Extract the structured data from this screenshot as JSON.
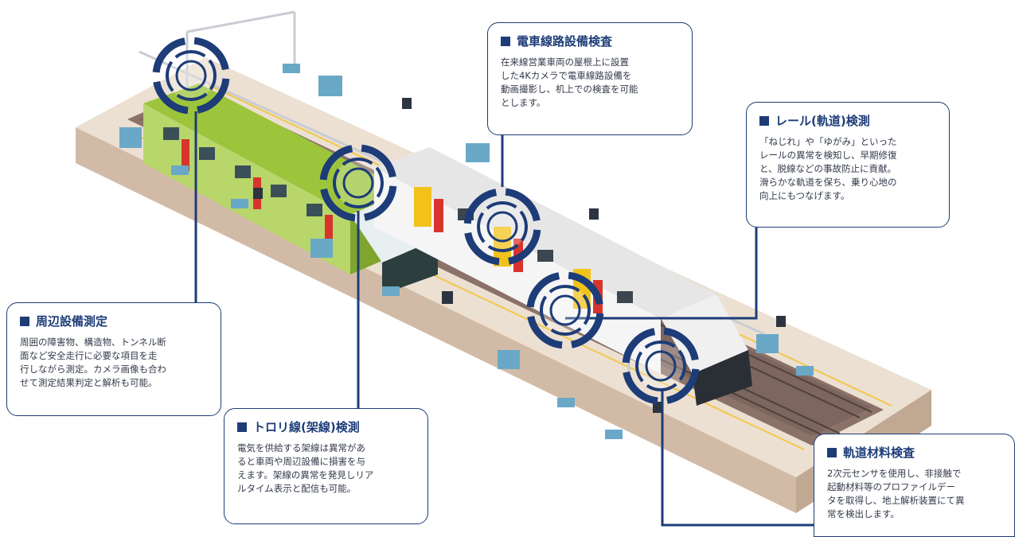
{
  "colors": {
    "accent": "#1d3c78",
    "platform": "#e9d9c9",
    "platform_side": "#cbb39d",
    "ballast": "#8b7268",
    "rail": "#5a4a46",
    "train_green": "#9dc53c",
    "train_white": "#f2f2f2",
    "train_yellow": "#f2c21b",
    "train_red": "#d8342c"
  },
  "callouts": {
    "overhead_line": {
      "title": "電車線路設備検査",
      "lines": [
        "在来線営業車両の屋根上に設置",
        "した4Kカメラで電車線路設備を",
        "動画撮影し、机上での検査を可能",
        "とします。"
      ]
    },
    "rail_track": {
      "title": "レール(軌道)検測",
      "lines": [
        "「ねじれ」や「ゆがみ」といった",
        "レールの異常を検知し、早期修復",
        "と、脱線などの事故防止に貢献。",
        "滑らかな軌道を保ち、乗り心地の",
        "向上にもつなげます。"
      ]
    },
    "surroundings": {
      "title": "周辺設備測定",
      "lines": [
        "周囲の障害物、構造物、トンネル断",
        "面など安全走行に必要な項目を走",
        "行しながら測定。カメラ画像も合わ",
        "せて測定結果判定と解析も可能。"
      ]
    },
    "trolley_wire": {
      "title": "トロリ線(架線)検測",
      "lines": [
        "電気を供給する架線は異常があ",
        "ると車両や周辺設備に損害を与",
        "えます。架線の異常を発見しリア",
        "ルタイム表示と配信も可能。"
      ]
    },
    "track_material": {
      "title": "軌道材料検査",
      "lines": [
        "2次元センサを使用し、非接触で",
        "起動材料等のプロファイルデー",
        "タを取得し、地上解析装置にて異",
        "常を検出します。"
      ]
    }
  }
}
